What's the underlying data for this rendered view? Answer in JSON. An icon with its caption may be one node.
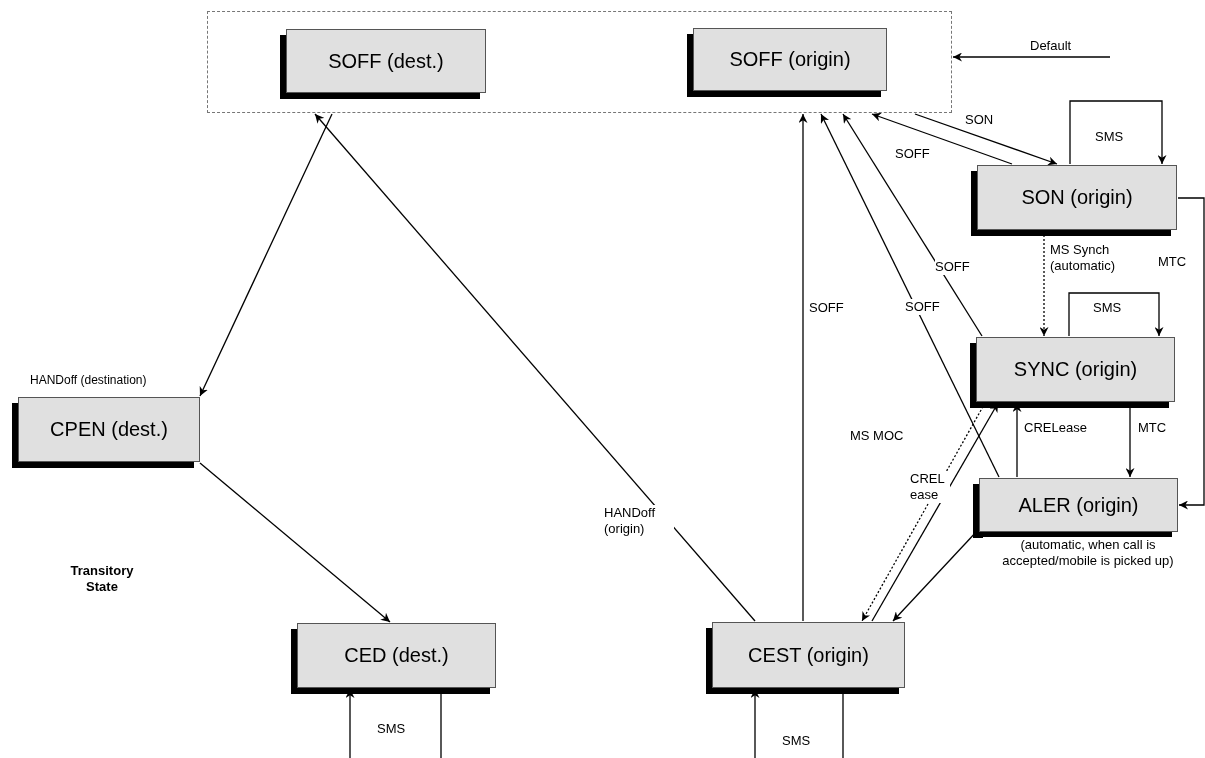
{
  "diagram": {
    "nodes": [
      {
        "text": [],
        "shape": "box"
      },
      {
        "text": [
          "SOFF (dest.)"
        ],
        "in": 0
      },
      {
        "text": [
          "SOFF (origin)"
        ],
        "in": 0
      },
      {
        "text": [
          "SON (origin)"
        ]
      },
      {
        "text": [
          "SYNC (origin)"
        ]
      },
      {
        "text": [
          "ALER (origin)"
        ]
      },
      {
        "text": [
          "CPEN (dest.)"
        ],
        "beside": [
          "HANDoff (destination)"
        ]
      },
      {
        "text": [
          "CED (dest.)"
        ]
      },
      {
        "text": [
          "CEST (origin)"
        ]
      }
    ],
    "edges": [
      {
        "from": null,
        "to": 0,
        "arrow": "to",
        "label": "Default"
      },
      {
        "from": 3,
        "to": 0,
        "arrow": "to",
        "label": "SOFF"
      },
      {
        "from": 0,
        "to": 3,
        "arrow": "to",
        "label": "SON"
      },
      {
        "from": 3,
        "to": 3,
        "arrow": "to",
        "label": "SMS"
      },
      {
        "from": 3,
        "to": 4,
        "arrow": "to",
        "label": "MS Synch (automatic)",
        "style": "dashed"
      },
      {
        "from": 3,
        "to": 5,
        "arrow": "to",
        "label": "MTC"
      },
      {
        "from": 4,
        "to": 4,
        "arrow": "to",
        "label": "SMS"
      },
      {
        "from": 4,
        "to": 0,
        "arrow": "to",
        "label": "SOFF"
      },
      {
        "from": 5,
        "to": 0,
        "arrow": "to",
        "label": "SOFF"
      },
      {
        "from": 8,
        "to": 0,
        "arrow": "to",
        "label": "SOFF"
      },
      {
        "from": 4,
        "to": 5,
        "arrow": "to",
        "label": "MTC"
      },
      {
        "from": 5,
        "to": 4,
        "arrow": "to",
        "label": "CRELease"
      },
      {
        "from": 4,
        "to": 8,
        "arrow": "to",
        "label": "MS MOC",
        "style": "dashed"
      },
      {
        "from": 8,
        "to": 4,
        "arrow": "to",
        "label": "CREL ease"
      },
      {
        "from": 5,
        "to": 8,
        "arrow": "to",
        "label": "(automatic, when call is accepted/mobile is picked up)"
      },
      {
        "from": 8,
        "to": 0,
        "arrow": "to",
        "label": "HANDoff (origin)"
      },
      {
        "from": 0,
        "to": 6,
        "arrow": "to"
      },
      {
        "from": 6,
        "to": 7,
        "arrow": "to"
      },
      {
        "from": 7,
        "to": 7,
        "arrow": "to",
        "label": "SMS"
      },
      {
        "from": 8,
        "to": 8,
        "arrow": "to",
        "label": "SMS"
      }
    ],
    "labels": [
      "Transitory State"
    ]
  }
}
